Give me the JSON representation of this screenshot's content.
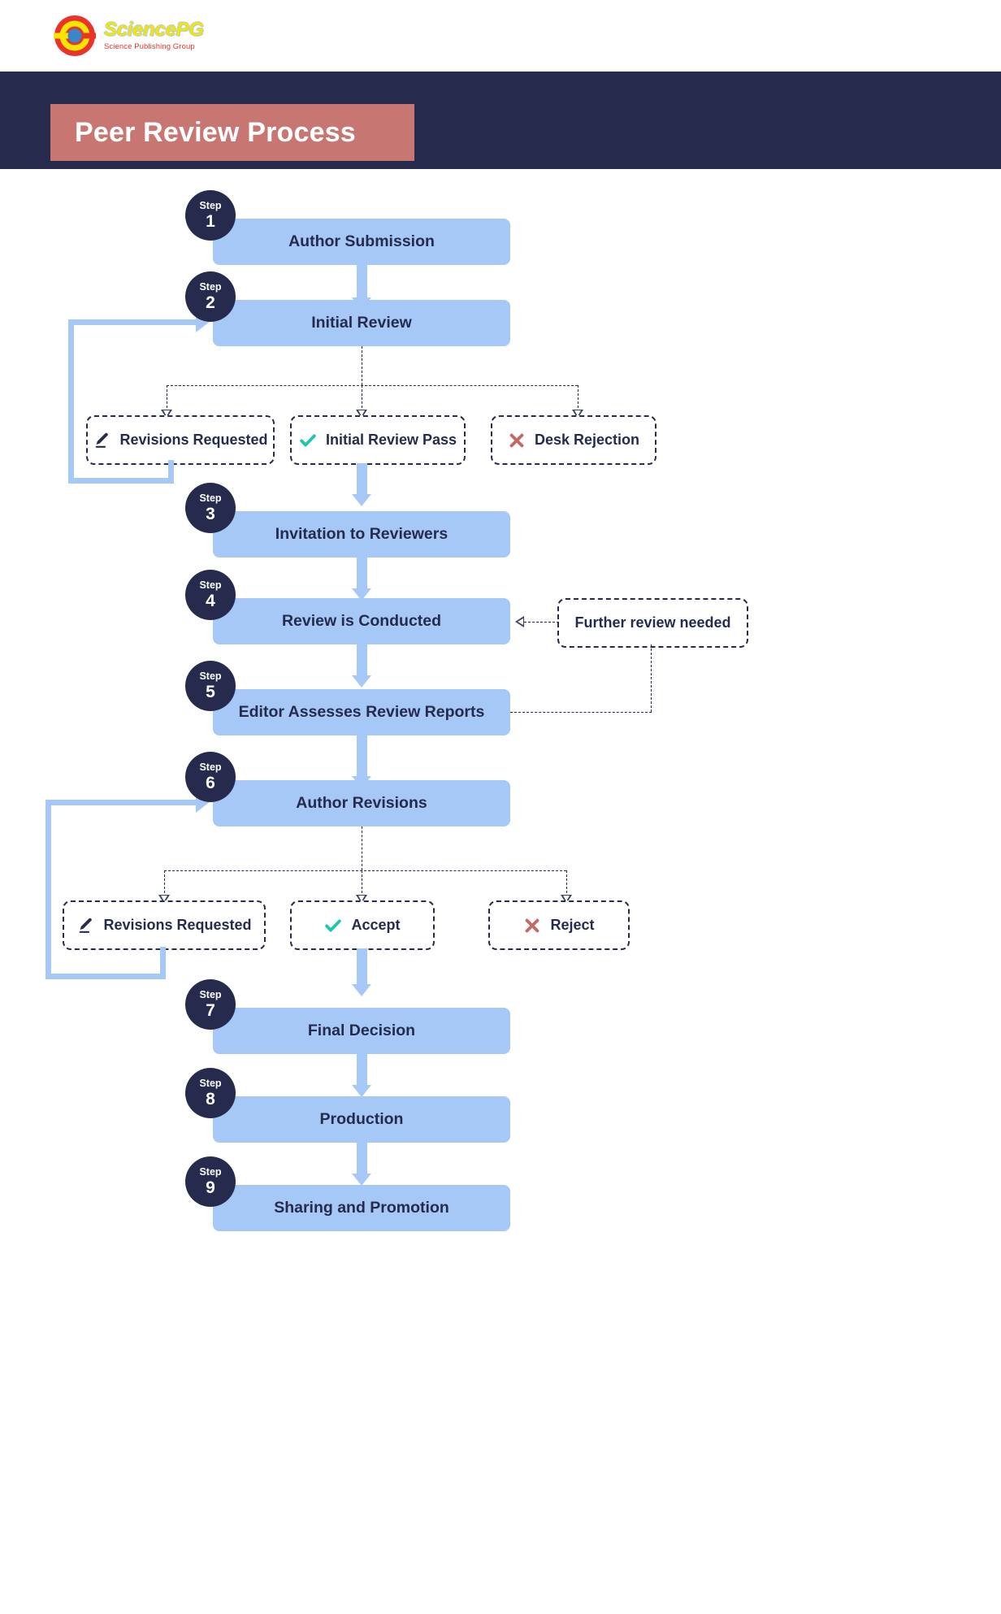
{
  "brand": {
    "name": "SciencePG",
    "tagline": "Science Publishing Group",
    "logo_icon": "sciencepg-circle-logo",
    "colors": {
      "title": "#f5e500",
      "tagline": "#e8342a",
      "ring": "#e8342a",
      "inner": "#f5e500",
      "core": "#3b86c8"
    }
  },
  "header": {
    "title": "Peer Review Process",
    "band_color": "#262b4d",
    "title_box_color": "#c77672"
  },
  "theme": {
    "step_box": "#a6c8f7",
    "badge": "#262b4d",
    "text": "#262b4d",
    "check": "#1fc6ae",
    "cross": "#c16a66",
    "pencil": "#262b4d"
  },
  "steps": [
    {
      "n": "1",
      "step_label": "Step",
      "label": "Author Submission"
    },
    {
      "n": "2",
      "step_label": "Step",
      "label": "Initial Review"
    },
    {
      "n": "3",
      "step_label": "Step",
      "label": "Invitation to Reviewers"
    },
    {
      "n": "4",
      "step_label": "Step",
      "label": "Review is Conducted"
    },
    {
      "n": "5",
      "step_label": "Step",
      "label": "Editor Assesses Review Reports"
    },
    {
      "n": "6",
      "step_label": "Step",
      "label": "Author Revisions"
    },
    {
      "n": "7",
      "step_label": "Step",
      "label": "Final Decision"
    },
    {
      "n": "8",
      "step_label": "Step",
      "label": "Production"
    },
    {
      "n": "9",
      "step_label": "Step",
      "label": "Sharing and Promotion"
    }
  ],
  "branch_one": [
    {
      "label": "Revisions Requested",
      "icon": "pencil-icon"
    },
    {
      "label": "Initial Review Pass",
      "icon": "check-icon"
    },
    {
      "label": "Desk Rejection",
      "icon": "cross-icon"
    }
  ],
  "branch_two": [
    {
      "label": "Revisions Requested",
      "icon": "pencil-icon"
    },
    {
      "label": "Accept",
      "icon": "check-icon"
    },
    {
      "label": "Reject",
      "icon": "cross-icon"
    }
  ],
  "side_note": {
    "label": "Further review needed"
  }
}
